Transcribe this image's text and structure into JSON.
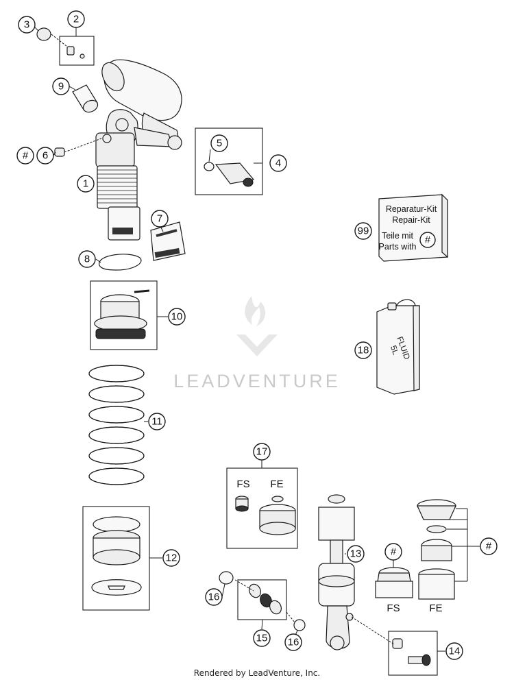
{
  "callouts": [
    "1",
    "2",
    "3",
    "4",
    "5",
    "6",
    "7",
    "8",
    "9",
    "10",
    "11",
    "12",
    "13",
    "14",
    "15",
    "16",
    "16",
    "17",
    "18",
    "99",
    "#",
    "#",
    "#",
    "#"
  ],
  "kit": {
    "line1": "Reparatur-Kit",
    "line2": "Repair-Kit",
    "line3": "Teile mit",
    "line4": "Parts with",
    "mark": "#"
  },
  "fluid": {
    "line1": "FLUID",
    "line2": "5L"
  },
  "variants": {
    "fs": "FS",
    "fe": "FE"
  },
  "watermark": "LEADVENTURE",
  "footer": "Rendered by LeadVenture, Inc."
}
